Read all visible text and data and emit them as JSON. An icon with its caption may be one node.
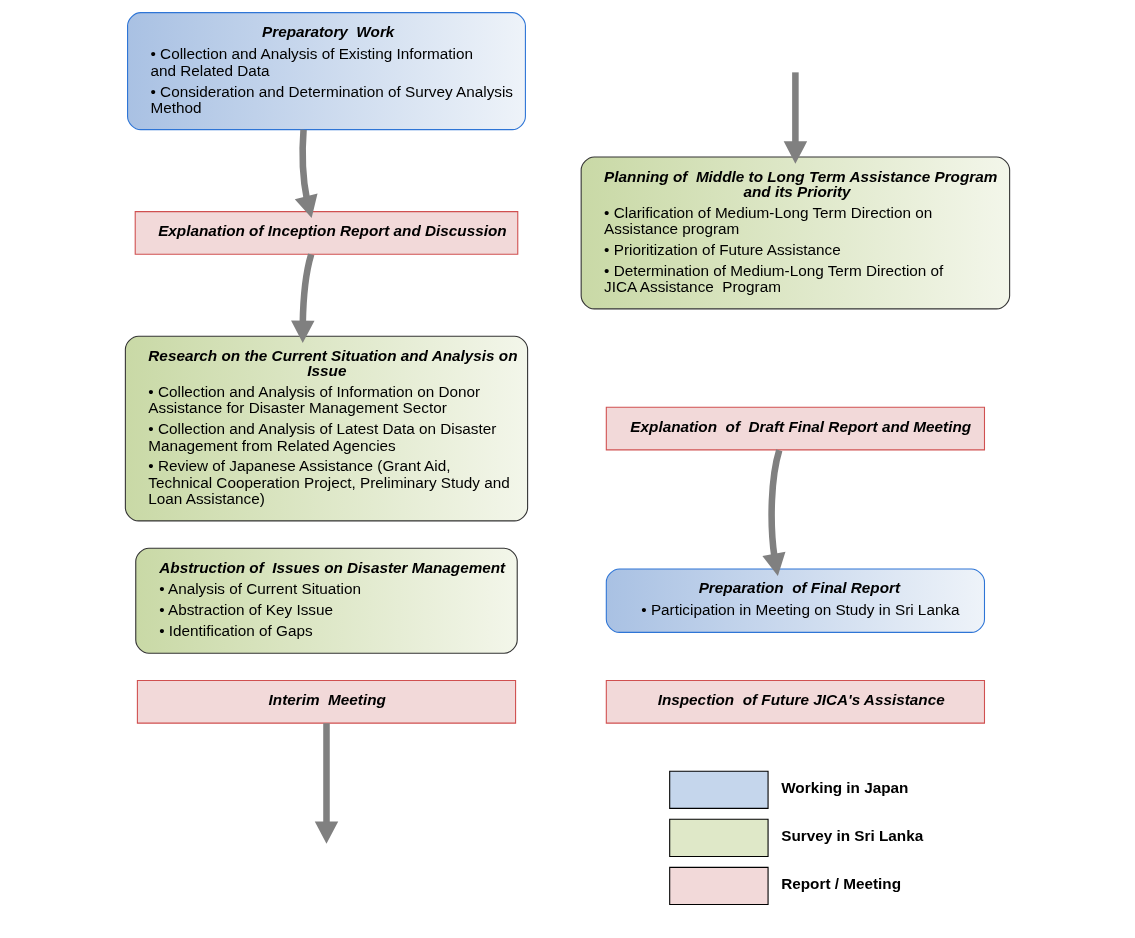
{
  "diagram": {
    "nodes": [
      {
        "text": [
          "Preparatory  Work",
          "• Collection and Analysis of Existing Information and Related Data",
          "• Consideration and Determination of Survey Analysis Method"
        ]
      },
      {
        "text": [
          "Explanation of Inception Report and Discussion"
        ]
      },
      {
        "text": [
          "Research on the Current Situation and Analysis on Issue",
          "• Collection and Analysis of Information on Donor Assistance for Disaster Management Sector",
          "• Collection and Analysis of Latest Data on Disaster Management from Related Agencies",
          "• Review of Japanese Assistance (Grant Aid, Technical Cooperation Project, Preliminary Study and Loan Assistance)"
        ]
      },
      {
        "text": [
          "Abstruction of  Issues on Disaster Management",
          "• Analysis of Current Situation",
          "• Abstraction of Key Issue",
          "• Identification of Gaps"
        ]
      },
      {
        "text": [
          "Interim  Meeting"
        ]
      },
      {
        "text": [
          "Planning of  Middle to Long Term Assistance Program and its Priority",
          "• Clarification of Medium-Long Term Direction on Assistance program",
          "• Prioritization of Future Assistance",
          "• Determination of Medium-Long Term Direction of JICA Assistance  Program"
        ]
      },
      {
        "text": [
          "Explanation  of  Draft Final Report and Meeting"
        ]
      },
      {
        "text": [
          "Preparation  of Final Report",
          "• Participation in Meeting on Study in Sri Lanka"
        ]
      },
      {
        "text": [
          "Inspection  of Future JICA's Assistance"
        ]
      }
    ],
    "edges": [
      {
        "from": 0,
        "to": 1,
        "arrow": "to"
      },
      {
        "from": 1,
        "to": 2,
        "arrow": "to"
      },
      {
        "from": 4,
        "to": null,
        "arrow": "to"
      },
      {
        "from": null,
        "to": 5,
        "arrow": "to"
      },
      {
        "from": 6,
        "to": 7,
        "arrow": "to"
      }
    ],
    "legend": [
      {
        "text": "Working in Japan",
        "color": "#c5d6ec"
      },
      {
        "text": "Survey in Sri Lanka",
        "color": "#dfe8c8"
      },
      {
        "text": "Report / Meeting",
        "color": "#f2d9d9"
      }
    ]
  }
}
